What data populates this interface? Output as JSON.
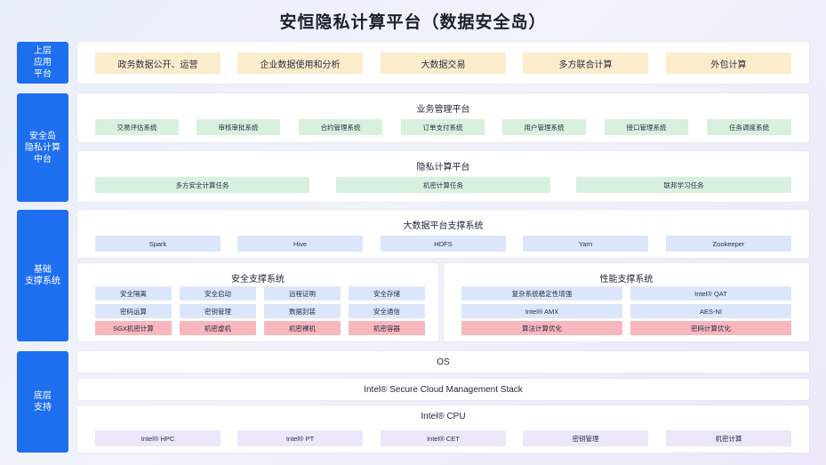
{
  "title": "安恒隐私计算平台（数据安全岛）",
  "layers": {
    "app": "上层\n应用\n平台",
    "middle": "安全岛\n隐私计算\n中台",
    "infra": "基础\n支撑系统",
    "bottom": "底层\n支持"
  },
  "apps": [
    "政务数据公开、运营",
    "企业数据使用和分析",
    "大数据交易",
    "多方联合计算",
    "外包计算"
  ],
  "business": {
    "title": "业务管理平台",
    "items": [
      "交易评估系统",
      "审核审批系统",
      "合约管理系统",
      "订单支付系统",
      "用户管理系统",
      "接口管理系统",
      "任务调度系统"
    ]
  },
  "privacy": {
    "title": "隐私计算平台",
    "items": [
      "多方安全计算任务",
      "机密计算任务",
      "联邦学习任务"
    ]
  },
  "bigdata": {
    "title": "大数据平台支撑系统",
    "items": [
      "Spark",
      "Hive",
      "HDFS",
      "Yarn",
      "Zookeeper"
    ]
  },
  "security": {
    "title": "安全支撑系统",
    "rows": [
      [
        "安全隔离",
        "安全启动",
        "远程证明",
        "安全存储"
      ],
      [
        "密码运算",
        "密钥管理",
        "数据封装",
        "安全通信"
      ],
      [
        "SGX机密计算",
        "机密虚机",
        "机密裸机",
        "机密容器"
      ]
    ]
  },
  "performance": {
    "title": "性能支撑系统",
    "rows": [
      [
        "复杂系统稳定性增强",
        "Intel® QAT"
      ],
      [
        "Intel® AMX",
        "AES-NI"
      ],
      [
        "算法计算优化",
        "密码计算优化"
      ]
    ]
  },
  "os": "OS",
  "scms": "Intel® Secure Cloud Management Stack",
  "cpu": {
    "title": "Intel® CPU",
    "items": [
      "Intel® HPC",
      "Intel® PT",
      "Intel® CET",
      "密钥管理",
      "机密计算"
    ]
  }
}
